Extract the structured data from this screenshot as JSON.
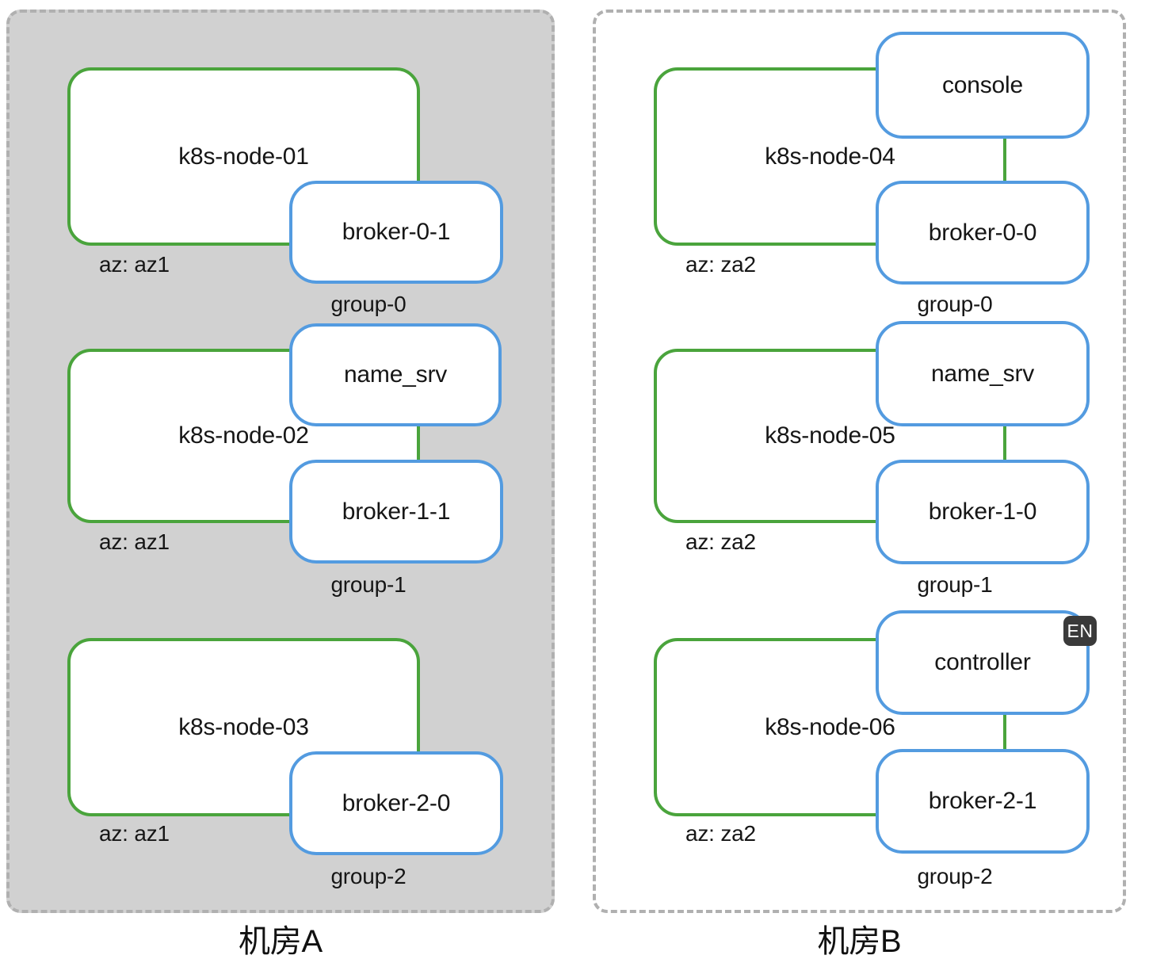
{
  "diagram": {
    "datacenters": [
      {
        "title": "机房A",
        "nodes": [
          {
            "name": "k8s-node-01",
            "az": "az: az1",
            "group": "group-0",
            "pods": [
              {
                "label": "broker-0-1"
              }
            ]
          },
          {
            "name": "k8s-node-02",
            "az": "az: az1",
            "group": "group-1",
            "pods": [
              {
                "label": "name_srv"
              },
              {
                "label": "broker-1-1"
              }
            ]
          },
          {
            "name": "k8s-node-03",
            "az": "az: az1",
            "group": "group-2",
            "pods": [
              {
                "label": "broker-2-0"
              }
            ]
          }
        ]
      },
      {
        "title": "机房B",
        "nodes": [
          {
            "name": "k8s-node-04",
            "az": "az: za2",
            "group": "group-0",
            "pods": [
              {
                "label": "console"
              },
              {
                "label": "broker-0-0"
              }
            ]
          },
          {
            "name": "k8s-node-05",
            "az": "az: za2",
            "group": "group-1",
            "pods": [
              {
                "label": "name_srv"
              },
              {
                "label": "broker-1-0"
              }
            ]
          },
          {
            "name": "k8s-node-06",
            "az": "az: za2",
            "group": "group-2",
            "pods": [
              {
                "label": "controller",
                "badge": "EN"
              },
              {
                "label": "broker-2-1"
              }
            ]
          }
        ]
      }
    ],
    "colors": {
      "node_border": "#4aa43c",
      "pod_border": "#539be0",
      "panel_a_bg": "#d1d1d1",
      "panel_border": "#b0b0b0",
      "badge_bg": "#3a3a3a",
      "badge_text": "#ffffff"
    }
  }
}
